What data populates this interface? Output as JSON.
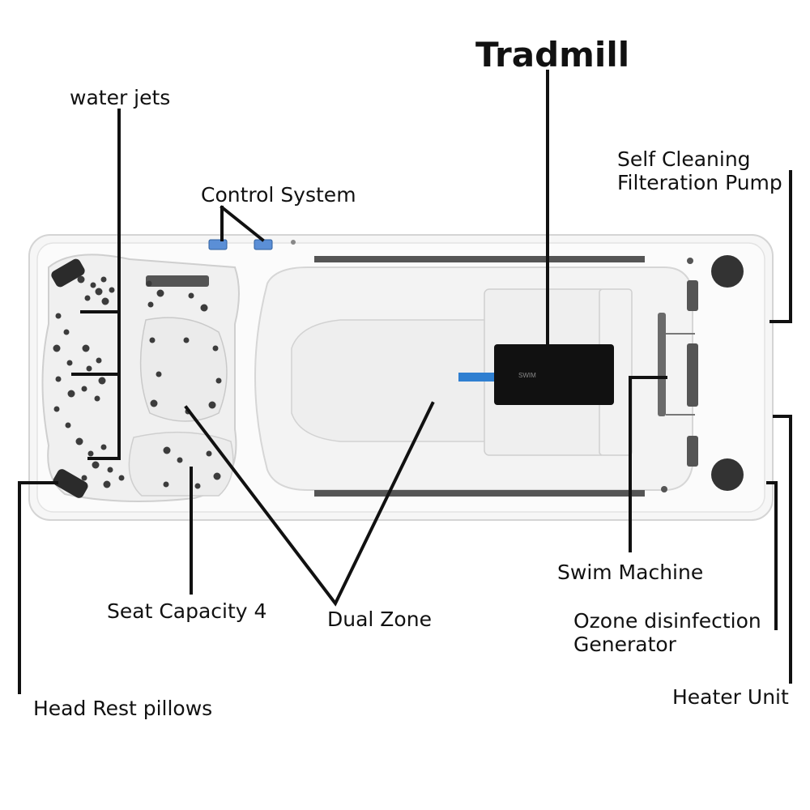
{
  "labels": {
    "tradmill": "Tradmill",
    "water_jets": "water jets",
    "control_system": "Control System",
    "self_cleaning_pump": [
      "Self Cleaning",
      "Filteration Pump"
    ],
    "swim_machine": "Swim Machine",
    "ozone_generator": [
      "Ozone disinfection",
      "Generator"
    ],
    "heater_unit": "Heater Unit",
    "seat_capacity": "Seat Capacity 4",
    "dual_zone": "Dual Zone",
    "head_rest_pillows": "Head Rest pillows"
  },
  "device": {
    "treadmill_brand": "SWIM"
  },
  "colors": {
    "leader_line": "#111111",
    "shell": "#f4f4f4",
    "shell_edge": "#d9d9d9",
    "jet": "#4a4a4a",
    "control_panel": "#5b8fd6",
    "treadmill": "#111111",
    "accent_blue": "#2f7fd1"
  }
}
